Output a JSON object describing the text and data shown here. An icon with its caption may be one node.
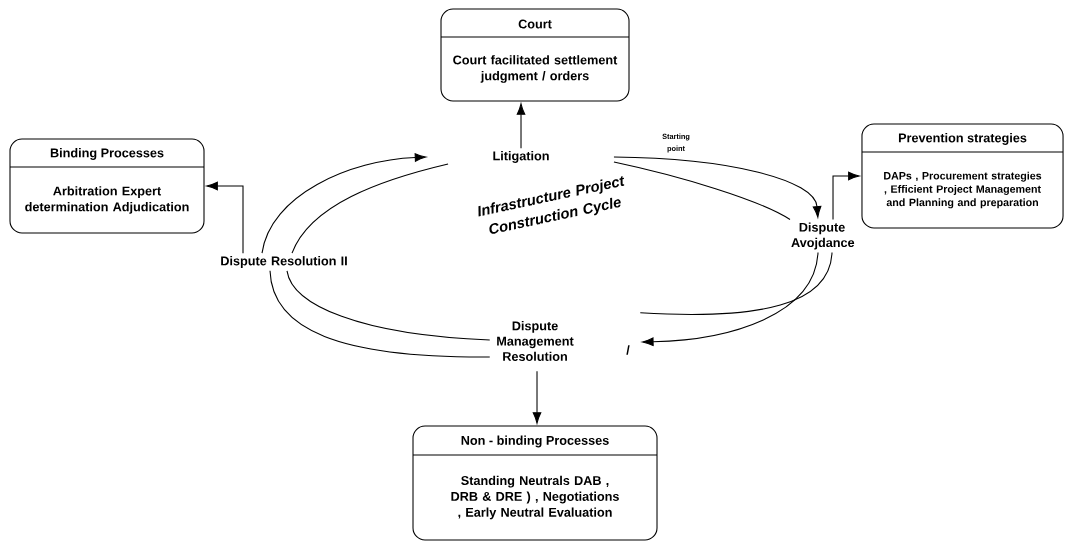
{
  "diagram": {
    "nodes": [
      {
        "text": [
          "Court",
          "Court facilitated settlement judgment / orders"
        ]
      },
      {
        "text": [
          "Binding Processes",
          "Arbitration Expert determination Adjudication"
        ]
      },
      {
        "text": [
          "Litigation"
        ]
      },
      {
        "text": [
          "Prevention strategies",
          "DAPs , Procurement strategies , Efficient Project Management and Planning and preparation"
        ]
      },
      {
        "text": [
          "Dispute Resolution II"
        ]
      },
      {
        "text": [
          "Dispute Avojdance"
        ]
      },
      {
        "text": [
          "Dispute Management Resolution",
          "/"
        ]
      },
      {
        "text": [
          "Non - binding Processes",
          "Standing Neutrals DAB , DRB & DRE ) , Negotiations , Early Neutral Evaluation"
        ]
      }
    ],
    "edges": [
      {
        "from": 2,
        "to": 0,
        "arrow": "to"
      },
      {
        "from": 4,
        "to": 1,
        "arrow": "to"
      },
      {
        "from": 5,
        "to": 3,
        "arrow": "to"
      },
      {
        "from": 6,
        "to": 7,
        "arrow": "to"
      },
      {
        "from": 2,
        "to": 5,
        "arrow": "to"
      },
      {
        "from": 2,
        "to": 5,
        "arrow": "none"
      },
      {
        "from": 5,
        "to": 6,
        "arrow": "to"
      },
      {
        "from": 5,
        "to": 6,
        "arrow": "none"
      },
      {
        "from": 6,
        "to": 4,
        "arrow": "none"
      },
      {
        "from": 6,
        "to": 4,
        "arrow": "none"
      },
      {
        "from": 4,
        "to": 2,
        "arrow": "to"
      },
      {
        "from": 4,
        "to": 2,
        "arrow": "none"
      }
    ],
    "labels": [
      "Starting point",
      "Infrastructure Project Construction Cycle"
    ]
  }
}
